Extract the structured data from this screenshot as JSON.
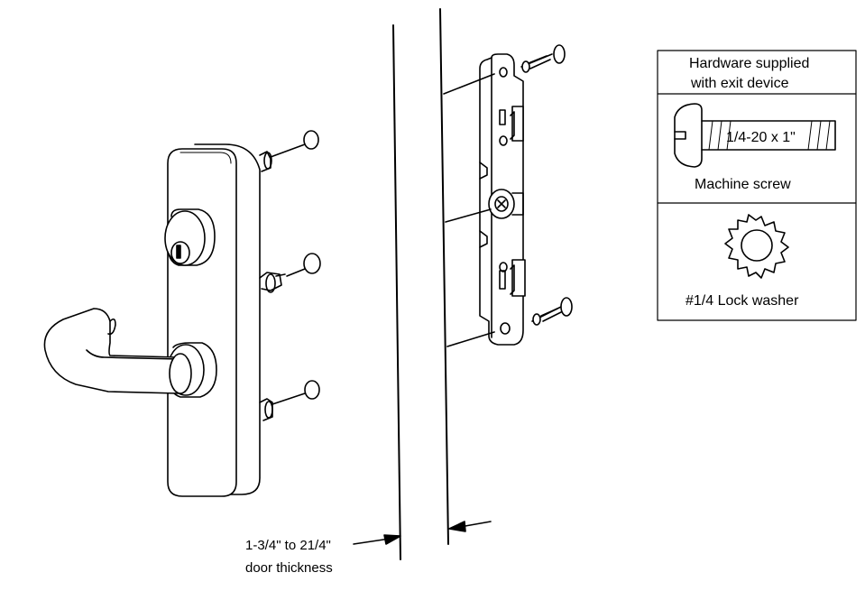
{
  "legend": {
    "header_line1": "Hardware supplied",
    "header_line2": "with exit device",
    "screw_spec": "1/4-20 x 1\"",
    "screw_label": "Machine screw",
    "washer_label": "#1/4 Lock washer"
  },
  "callout": {
    "line1": "1-3/4\" to 21/4\"",
    "line2": "door thickness"
  }
}
